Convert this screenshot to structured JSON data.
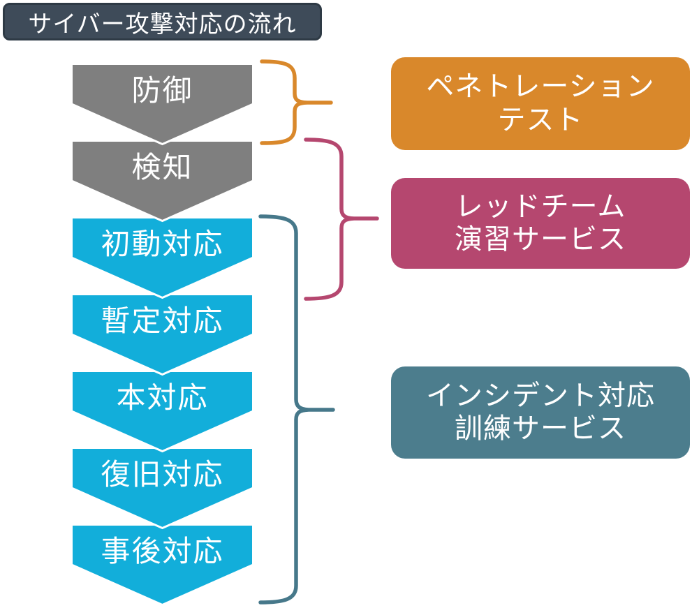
{
  "title": {
    "label": "サイバー攻撃対応の流れ",
    "bg_color": "#3E4B59",
    "border_color": "#2E3A45"
  },
  "flow": {
    "steps": [
      {
        "label": "防御",
        "color": "#7F7F7F"
      },
      {
        "label": "検知",
        "color": "#7F7F7F"
      },
      {
        "label": "初動対応",
        "color": "#12AEDA"
      },
      {
        "label": "暫定対応",
        "color": "#12AEDA"
      },
      {
        "label": "本対応",
        "color": "#12AEDA"
      },
      {
        "label": "復旧対応",
        "color": "#12AEDA"
      },
      {
        "label": "事後対応",
        "color": "#12AEDA"
      }
    ]
  },
  "services": [
    {
      "line1": "ペネトレーション",
      "line2": "テスト",
      "color": "#D9882B"
    },
    {
      "line1": "レッドチーム",
      "line2": "演習サービス",
      "color": "#B5476F"
    },
    {
      "line1": "インシデント対応",
      "line2": "訓練サービス",
      "color": "#4C7D8D"
    }
  ],
  "braces": [
    {
      "name": "penetration-test-brace",
      "color": "#D9882B"
    },
    {
      "name": "red-team-brace",
      "color": "#B5476F"
    },
    {
      "name": "incident-training-brace",
      "color": "#46788A"
    }
  ]
}
